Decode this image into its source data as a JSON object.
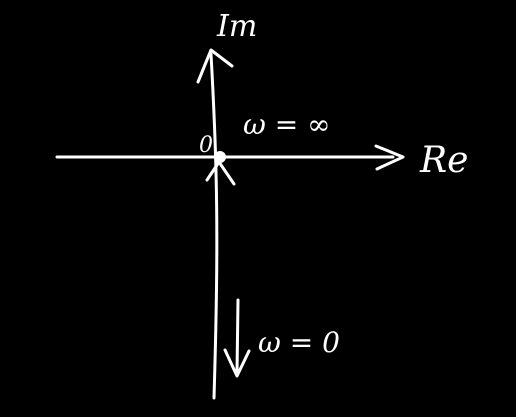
{
  "diagram": {
    "axis_labels": {
      "imaginary": "Im",
      "real": "Re"
    },
    "origin_label": "0",
    "annotations": {
      "omega_infinity": "ω = ∞",
      "omega_zero": "ω = 0"
    },
    "colors": {
      "background": "#000000",
      "ink": "#ffffff"
    }
  }
}
